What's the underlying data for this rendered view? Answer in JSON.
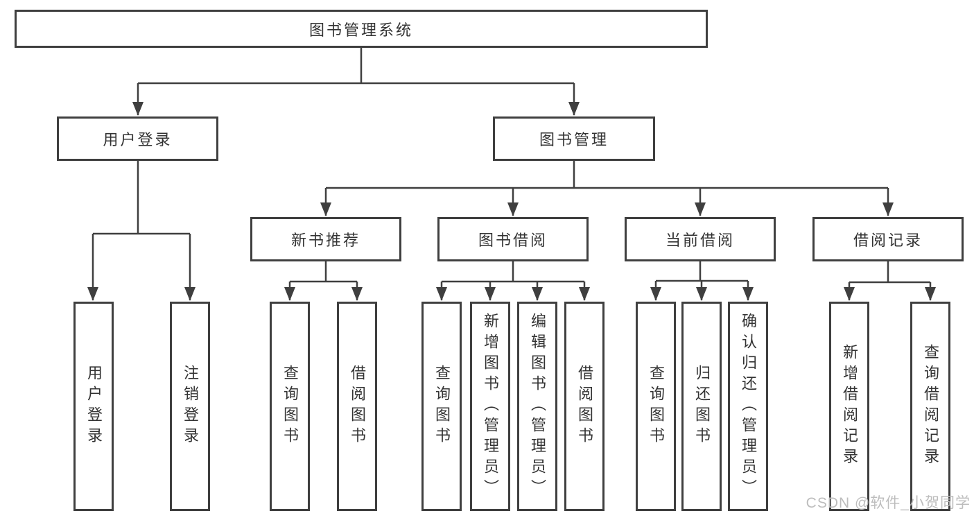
{
  "colors": {
    "line": "#3f3f3f",
    "box_border": "#3f3f3f",
    "box_fill": "#ffffff",
    "text": "#333333",
    "watermark": "#bdbdbd"
  },
  "diagram": {
    "root": {
      "label": "图书管理系统"
    },
    "branches": [
      {
        "label": "用户登录",
        "children": [
          {
            "label": "用户登录"
          },
          {
            "label": "注销登录"
          }
        ]
      },
      {
        "label": "图书管理",
        "sections": [
          {
            "label": "新书推荐",
            "children": [
              {
                "label": "查询图书"
              },
              {
                "label": "借阅图书"
              }
            ]
          },
          {
            "label": "图书借阅",
            "children": [
              {
                "label": "查询图书"
              },
              {
                "label": "新增图书（管理员）"
              },
              {
                "label": "编辑图书（管理员）"
              },
              {
                "label": "借阅图书"
              }
            ]
          },
          {
            "label": "当前借阅",
            "children": [
              {
                "label": "查询图书"
              },
              {
                "label": "归还图书"
              },
              {
                "label": "确认归还（管理员）"
              }
            ]
          },
          {
            "label": "借阅记录",
            "children": [
              {
                "label": "新增借阅记录"
              },
              {
                "label": "查询借阅记录"
              }
            ]
          }
        ]
      }
    ]
  },
  "watermark": {
    "text": "CSDN @软件_小贺同学"
  }
}
